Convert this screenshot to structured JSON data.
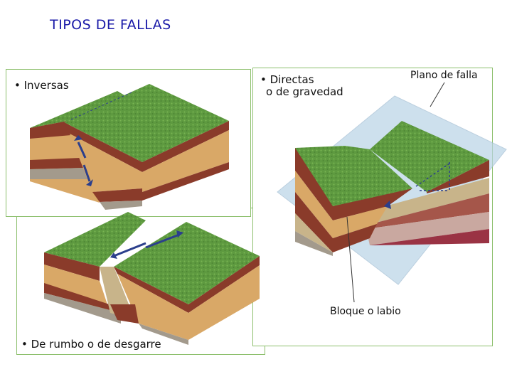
{
  "title": "TIPOS DE FALLAS",
  "labels": {
    "inversas": "• Inversas",
    "directas_line1": "• Directas",
    "directas_line2": "o de gravedad",
    "rumbo": "• De rumbo o de desgarre",
    "plano": "Plano de falla",
    "bloque": "Bloque o labio"
  },
  "colors": {
    "title": "#1a1aa8",
    "panel_border": "#8cbf6c",
    "grass": "#5e9a40",
    "layer_dark_red": "#8a3b2a",
    "layer_tan": "#d9a867",
    "layer_sand": "#c8b48a",
    "layer_gray": "#a39a8c",
    "fault_plane": "#b9d3e6",
    "arrow": "#2b3f8c"
  }
}
